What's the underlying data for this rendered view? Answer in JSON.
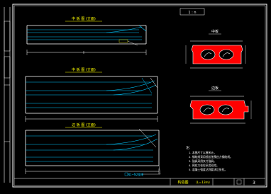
{
  "drawing": {
    "scale_note": "1 : n",
    "sheet_number": "3",
    "title_label": "构造图",
    "title_sub": "（L=13m）"
  },
  "elevations": [
    {
      "label": "中 板 图 (立面)"
    },
    {
      "label": "中 板 图 (立面)"
    },
    {
      "label": "边 板 图 (立面)"
    }
  ],
  "sections": [
    {
      "label": "中板"
    },
    {
      "label": "边板"
    }
  ],
  "notes": {
    "heading": "注：",
    "items": [
      "1. 本图尺寸以厘米计。",
      "2. 钢绞线采用低松弛预应力钢绞线。",
      "3. 锚具采用夹片锚具。",
      "4. 预应力张拉采用双控。",
      "5. 混凝土强度达到要求后张拉。"
    ]
  },
  "callout_label": "N1~N2钢束",
  "colors": {
    "background": "#000000",
    "frame": "#ffffff",
    "tendon": "#00c8ff",
    "dim": "#ffffff",
    "label": "#ffff00",
    "section_fill": "#ff0000",
    "title_text": "#ffff00"
  }
}
